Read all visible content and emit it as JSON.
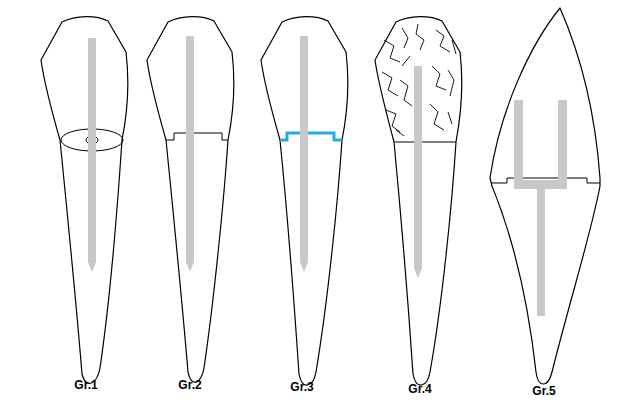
{
  "diagram": {
    "labels": [
      "Gr.1",
      "Gr.2",
      "Gr.3",
      "Gr.4",
      "Gr.5"
    ]
  }
}
